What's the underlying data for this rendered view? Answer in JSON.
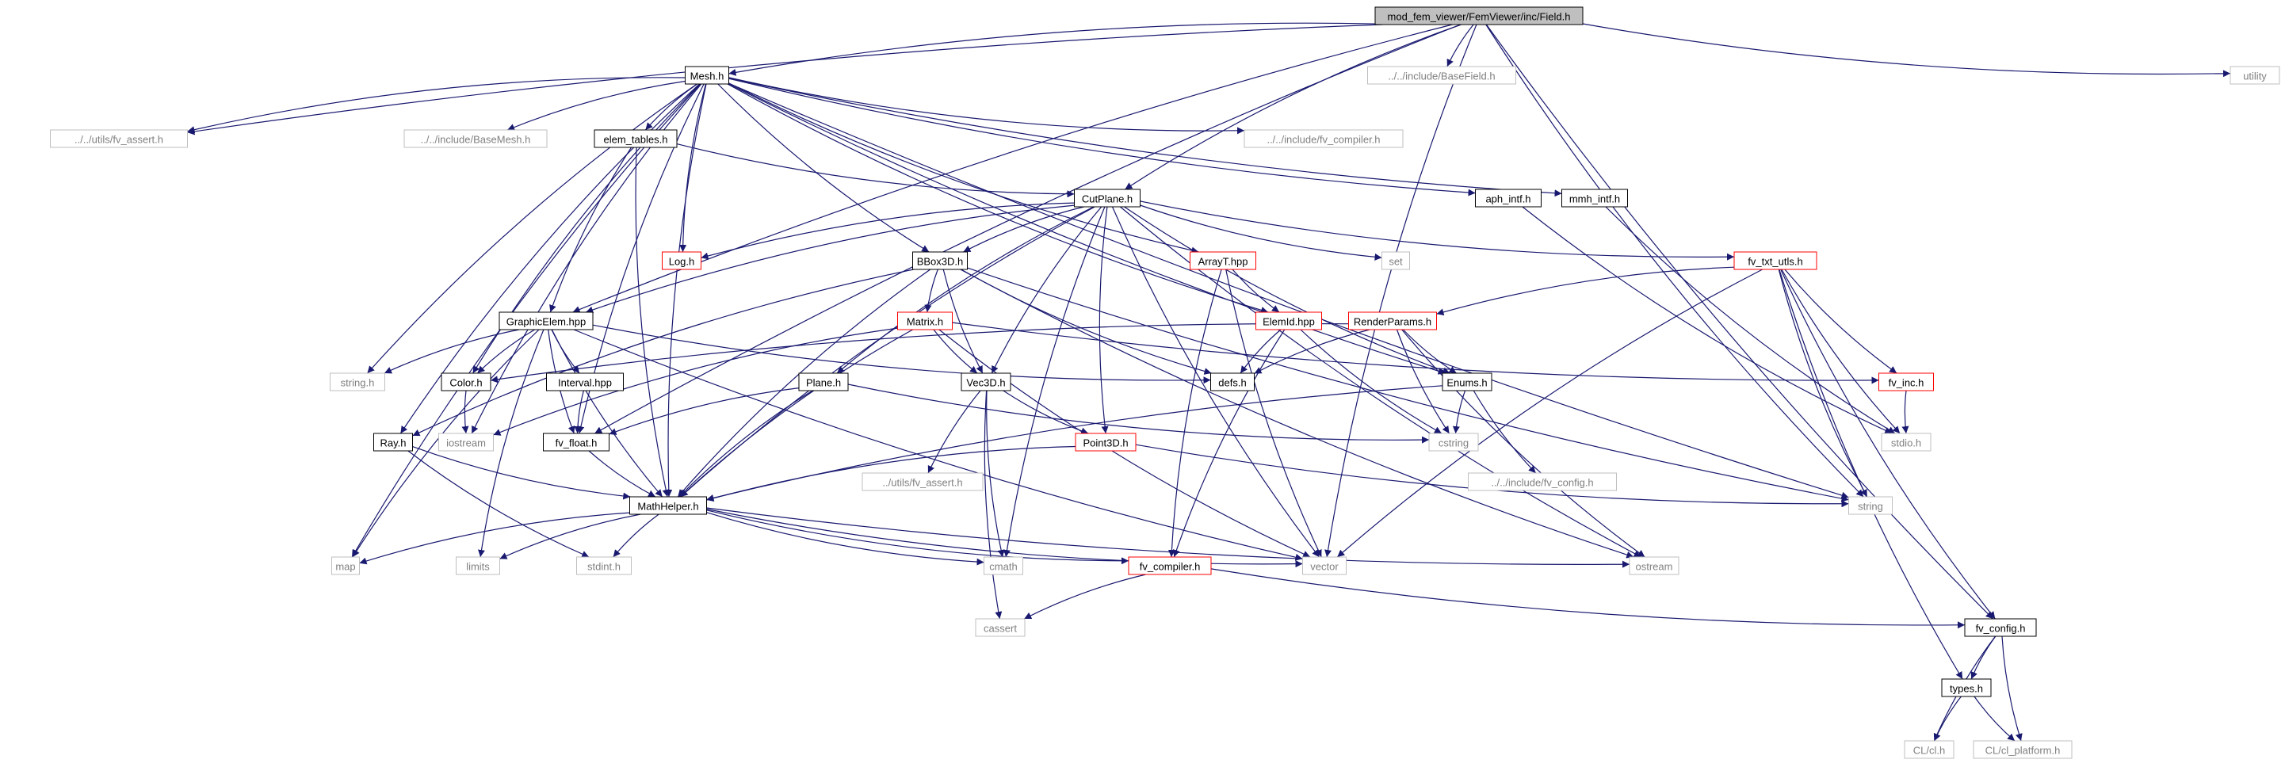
{
  "graph": {
    "nodes": [
      {
        "id": "field",
        "label": "mod_fem_viewer/FemViewer/inc/Field.h",
        "kind": "root"
      },
      {
        "id": "mesh",
        "label": "Mesh.h",
        "kind": "doc"
      },
      {
        "id": "basefield",
        "label": "../../include/BaseField.h",
        "kind": "ext"
      },
      {
        "id": "utility",
        "label": "utility",
        "kind": "ext"
      },
      {
        "id": "fvassert_u",
        "label": "../../utils/fv_assert.h",
        "kind": "ext"
      },
      {
        "id": "basemesh",
        "label": "../../include/BaseMesh.h",
        "kind": "ext"
      },
      {
        "id": "elemtables",
        "label": "elem_tables.h",
        "kind": "doc"
      },
      {
        "id": "fvcompiler_inc",
        "label": "../../include/fv_compiler.h",
        "kind": "ext"
      },
      {
        "id": "aphintf",
        "label": "aph_intf.h",
        "kind": "doc"
      },
      {
        "id": "mmhintf",
        "label": "mmh_intf.h",
        "kind": "doc"
      },
      {
        "id": "cutplane",
        "label": "CutPlane.h",
        "kind": "doc"
      },
      {
        "id": "log",
        "label": "Log.h",
        "kind": "incomplete"
      },
      {
        "id": "bbox3d",
        "label": "BBox3D.h",
        "kind": "doc"
      },
      {
        "id": "arrayt",
        "label": "ArrayT.hpp",
        "kind": "incomplete"
      },
      {
        "id": "set",
        "label": "set",
        "kind": "ext"
      },
      {
        "id": "fvtxtutls",
        "label": "fv_txt_utls.h",
        "kind": "incomplete"
      },
      {
        "id": "graphicelem",
        "label": "GraphicElem.hpp",
        "kind": "doc"
      },
      {
        "id": "matrix",
        "label": "Matrix.h",
        "kind": "incomplete"
      },
      {
        "id": "elemid",
        "label": "ElemId.hpp",
        "kind": "incomplete"
      },
      {
        "id": "renderparams",
        "label": "RenderParams.h",
        "kind": "incomplete"
      },
      {
        "id": "stringh",
        "label": "string.h",
        "kind": "ext"
      },
      {
        "id": "color",
        "label": "Color.h",
        "kind": "doc"
      },
      {
        "id": "interval",
        "label": "Interval.hpp",
        "kind": "doc"
      },
      {
        "id": "plane",
        "label": "Plane.h",
        "kind": "doc"
      },
      {
        "id": "vec3d",
        "label": "Vec3D.h",
        "kind": "doc"
      },
      {
        "id": "defs",
        "label": "defs.h",
        "kind": "doc"
      },
      {
        "id": "enums",
        "label": "Enums.h",
        "kind": "doc"
      },
      {
        "id": "fvinc",
        "label": "fv_inc.h",
        "kind": "incomplete"
      },
      {
        "id": "ray",
        "label": "Ray.h",
        "kind": "doc"
      },
      {
        "id": "iostream",
        "label": "iostream",
        "kind": "ext"
      },
      {
        "id": "fvfloat",
        "label": "fv_float.h",
        "kind": "doc"
      },
      {
        "id": "point3d",
        "label": "Point3D.h",
        "kind": "incomplete"
      },
      {
        "id": "cstring",
        "label": "cstring",
        "kind": "ext"
      },
      {
        "id": "stdio",
        "label": "stdio.h",
        "kind": "ext"
      },
      {
        "id": "fvassert2",
        "label": "../utils/fv_assert.h",
        "kind": "ext"
      },
      {
        "id": "fvconfig_inc",
        "label": "../../include/fv_config.h",
        "kind": "ext"
      },
      {
        "id": "mathhelper",
        "label": "MathHelper.h",
        "kind": "doc"
      },
      {
        "id": "stringstd",
        "label": "string",
        "kind": "ext"
      },
      {
        "id": "map",
        "label": "map",
        "kind": "ext"
      },
      {
        "id": "limits",
        "label": "limits",
        "kind": "ext"
      },
      {
        "id": "stdint",
        "label": "stdint.h",
        "kind": "ext"
      },
      {
        "id": "cmath",
        "label": "cmath",
        "kind": "ext"
      },
      {
        "id": "vector",
        "label": "vector",
        "kind": "ext"
      },
      {
        "id": "ostream",
        "label": "ostream",
        "kind": "ext"
      },
      {
        "id": "fvcompiler",
        "label": "fv_compiler.h",
        "kind": "incomplete"
      },
      {
        "id": "cassert",
        "label": "cassert",
        "kind": "ext"
      },
      {
        "id": "fvconfig",
        "label": "fv_config.h",
        "kind": "doc"
      },
      {
        "id": "types",
        "label": "types.h",
        "kind": "doc"
      },
      {
        "id": "clcl",
        "label": "CL/cl.h",
        "kind": "ext"
      },
      {
        "id": "clplatform",
        "label": "CL/cl_platform.h",
        "kind": "ext"
      }
    ],
    "edges": [
      [
        "field",
        "mesh"
      ],
      [
        "field",
        "basefield"
      ],
      [
        "field",
        "utility"
      ],
      [
        "field",
        "fvassert_u"
      ],
      [
        "field",
        "cutplane"
      ],
      [
        "field",
        "graphicelem"
      ],
      [
        "field",
        "fvfloat"
      ],
      [
        "field",
        "vector"
      ],
      [
        "field",
        "stringstd"
      ],
      [
        "field",
        "fvconfig"
      ],
      [
        "mesh",
        "fvassert_u"
      ],
      [
        "mesh",
        "basemesh"
      ],
      [
        "mesh",
        "elemtables"
      ],
      [
        "mesh",
        "fvcompiler_inc"
      ],
      [
        "mesh",
        "aphintf"
      ],
      [
        "mesh",
        "mmhintf"
      ],
      [
        "mesh",
        "log"
      ],
      [
        "mesh",
        "bbox3d"
      ],
      [
        "mesh",
        "arrayt"
      ],
      [
        "mesh",
        "elemid"
      ],
      [
        "mesh",
        "stringh"
      ],
      [
        "mesh",
        "color"
      ],
      [
        "mesh",
        "enums"
      ],
      [
        "mesh",
        "ray"
      ],
      [
        "mesh",
        "iostream"
      ],
      [
        "mesh",
        "mathhelper"
      ],
      [
        "mesh",
        "map"
      ],
      [
        "mesh",
        "stringstd"
      ],
      [
        "mesh",
        "fvfloat"
      ],
      [
        "elemtables",
        "cutplane"
      ],
      [
        "elemtables",
        "graphicelem"
      ],
      [
        "elemtables",
        "mathhelper"
      ],
      [
        "aphintf",
        "stdio"
      ],
      [
        "mmhintf",
        "stdio"
      ],
      [
        "cutplane",
        "log"
      ],
      [
        "cutplane",
        "bbox3d"
      ],
      [
        "cutplane",
        "set"
      ],
      [
        "cutplane",
        "fvtxtutls"
      ],
      [
        "cutplane",
        "graphicelem"
      ],
      [
        "cutplane",
        "plane"
      ],
      [
        "cutplane",
        "vec3d"
      ],
      [
        "cutplane",
        "point3d"
      ],
      [
        "cutplane",
        "enums"
      ],
      [
        "cutplane",
        "mathhelper"
      ],
      [
        "cutplane",
        "cmath"
      ],
      [
        "cutplane",
        "vector"
      ],
      [
        "cutplane",
        "ostream"
      ],
      [
        "bbox3d",
        "matrix"
      ],
      [
        "bbox3d",
        "vec3d"
      ],
      [
        "bbox3d",
        "defs"
      ],
      [
        "bbox3d",
        "ray"
      ],
      [
        "bbox3d",
        "mathhelper"
      ],
      [
        "bbox3d",
        "stringstd"
      ],
      [
        "bbox3d",
        "ostream"
      ],
      [
        "arrayt",
        "elemid"
      ],
      [
        "arrayt",
        "fvcompiler"
      ],
      [
        "arrayt",
        "vector"
      ],
      [
        "fvtxtutls",
        "renderparams"
      ],
      [
        "fvtxtutls",
        "fvinc"
      ],
      [
        "fvtxtutls",
        "stdio"
      ],
      [
        "fvtxtutls",
        "stringstd"
      ],
      [
        "fvtxtutls",
        "vector"
      ],
      [
        "fvtxtutls",
        "types"
      ],
      [
        "fvtxtutls",
        "fvconfig"
      ],
      [
        "graphicelem",
        "stringh"
      ],
      [
        "graphicelem",
        "color"
      ],
      [
        "graphicelem",
        "interval"
      ],
      [
        "graphicelem",
        "fvfloat"
      ],
      [
        "graphicelem",
        "mathhelper"
      ],
      [
        "graphicelem",
        "defs"
      ],
      [
        "graphicelem",
        "vector"
      ],
      [
        "graphicelem",
        "map"
      ],
      [
        "graphicelem",
        "limits"
      ],
      [
        "matrix",
        "vec3d"
      ],
      [
        "matrix",
        "fvinc"
      ],
      [
        "matrix",
        "iostream"
      ],
      [
        "matrix",
        "mathhelper"
      ],
      [
        "matrix",
        "vector"
      ],
      [
        "elemid",
        "defs"
      ],
      [
        "elemid",
        "cstring"
      ],
      [
        "elemid",
        "fvcompiler"
      ],
      [
        "renderparams",
        "enums"
      ],
      [
        "renderparams",
        "defs"
      ],
      [
        "renderparams",
        "cstring"
      ],
      [
        "renderparams",
        "ostream"
      ],
      [
        "renderparams",
        "color"
      ],
      [
        "color",
        "iostream"
      ],
      [
        "interval",
        "fvfloat"
      ],
      [
        "plane",
        "fvfloat"
      ],
      [
        "plane",
        "mathhelper"
      ],
      [
        "plane",
        "cstring"
      ],
      [
        "vec3d",
        "point3d"
      ],
      [
        "vec3d",
        "fvassert2"
      ],
      [
        "vec3d",
        "cmath"
      ],
      [
        "vec3d",
        "cassert"
      ],
      [
        "enums",
        "cstring"
      ],
      [
        "enums",
        "fvconfig_inc"
      ],
      [
        "enums",
        "mathhelper"
      ],
      [
        "fvinc",
        "stdio"
      ],
      [
        "ray",
        "mathhelper"
      ],
      [
        "ray",
        "stdint"
      ],
      [
        "fvfloat",
        "mathhelper"
      ],
      [
        "point3d",
        "mathhelper"
      ],
      [
        "point3d",
        "stringstd"
      ],
      [
        "mathhelper",
        "map"
      ],
      [
        "mathhelper",
        "limits"
      ],
      [
        "mathhelper",
        "stdint"
      ],
      [
        "mathhelper",
        "cmath"
      ],
      [
        "mathhelper",
        "vector"
      ],
      [
        "mathhelper",
        "ostream"
      ],
      [
        "mathhelper",
        "fvcompiler"
      ],
      [
        "fvcompiler",
        "cassert"
      ],
      [
        "fvcompiler",
        "fvconfig"
      ],
      [
        "fvconfig",
        "types"
      ],
      [
        "fvconfig",
        "clcl"
      ],
      [
        "fvconfig",
        "clplatform"
      ],
      [
        "types",
        "clcl"
      ],
      [
        "types",
        "clplatform"
      ]
    ]
  },
  "colors": {
    "edge": "#191970",
    "doc_border": "#000000",
    "ext_border": "#bfbfbf",
    "incomplete_border": "#ff0000",
    "root_fill": "#bfbfbf",
    "ext_text": "#808080",
    "text": "#000000"
  }
}
